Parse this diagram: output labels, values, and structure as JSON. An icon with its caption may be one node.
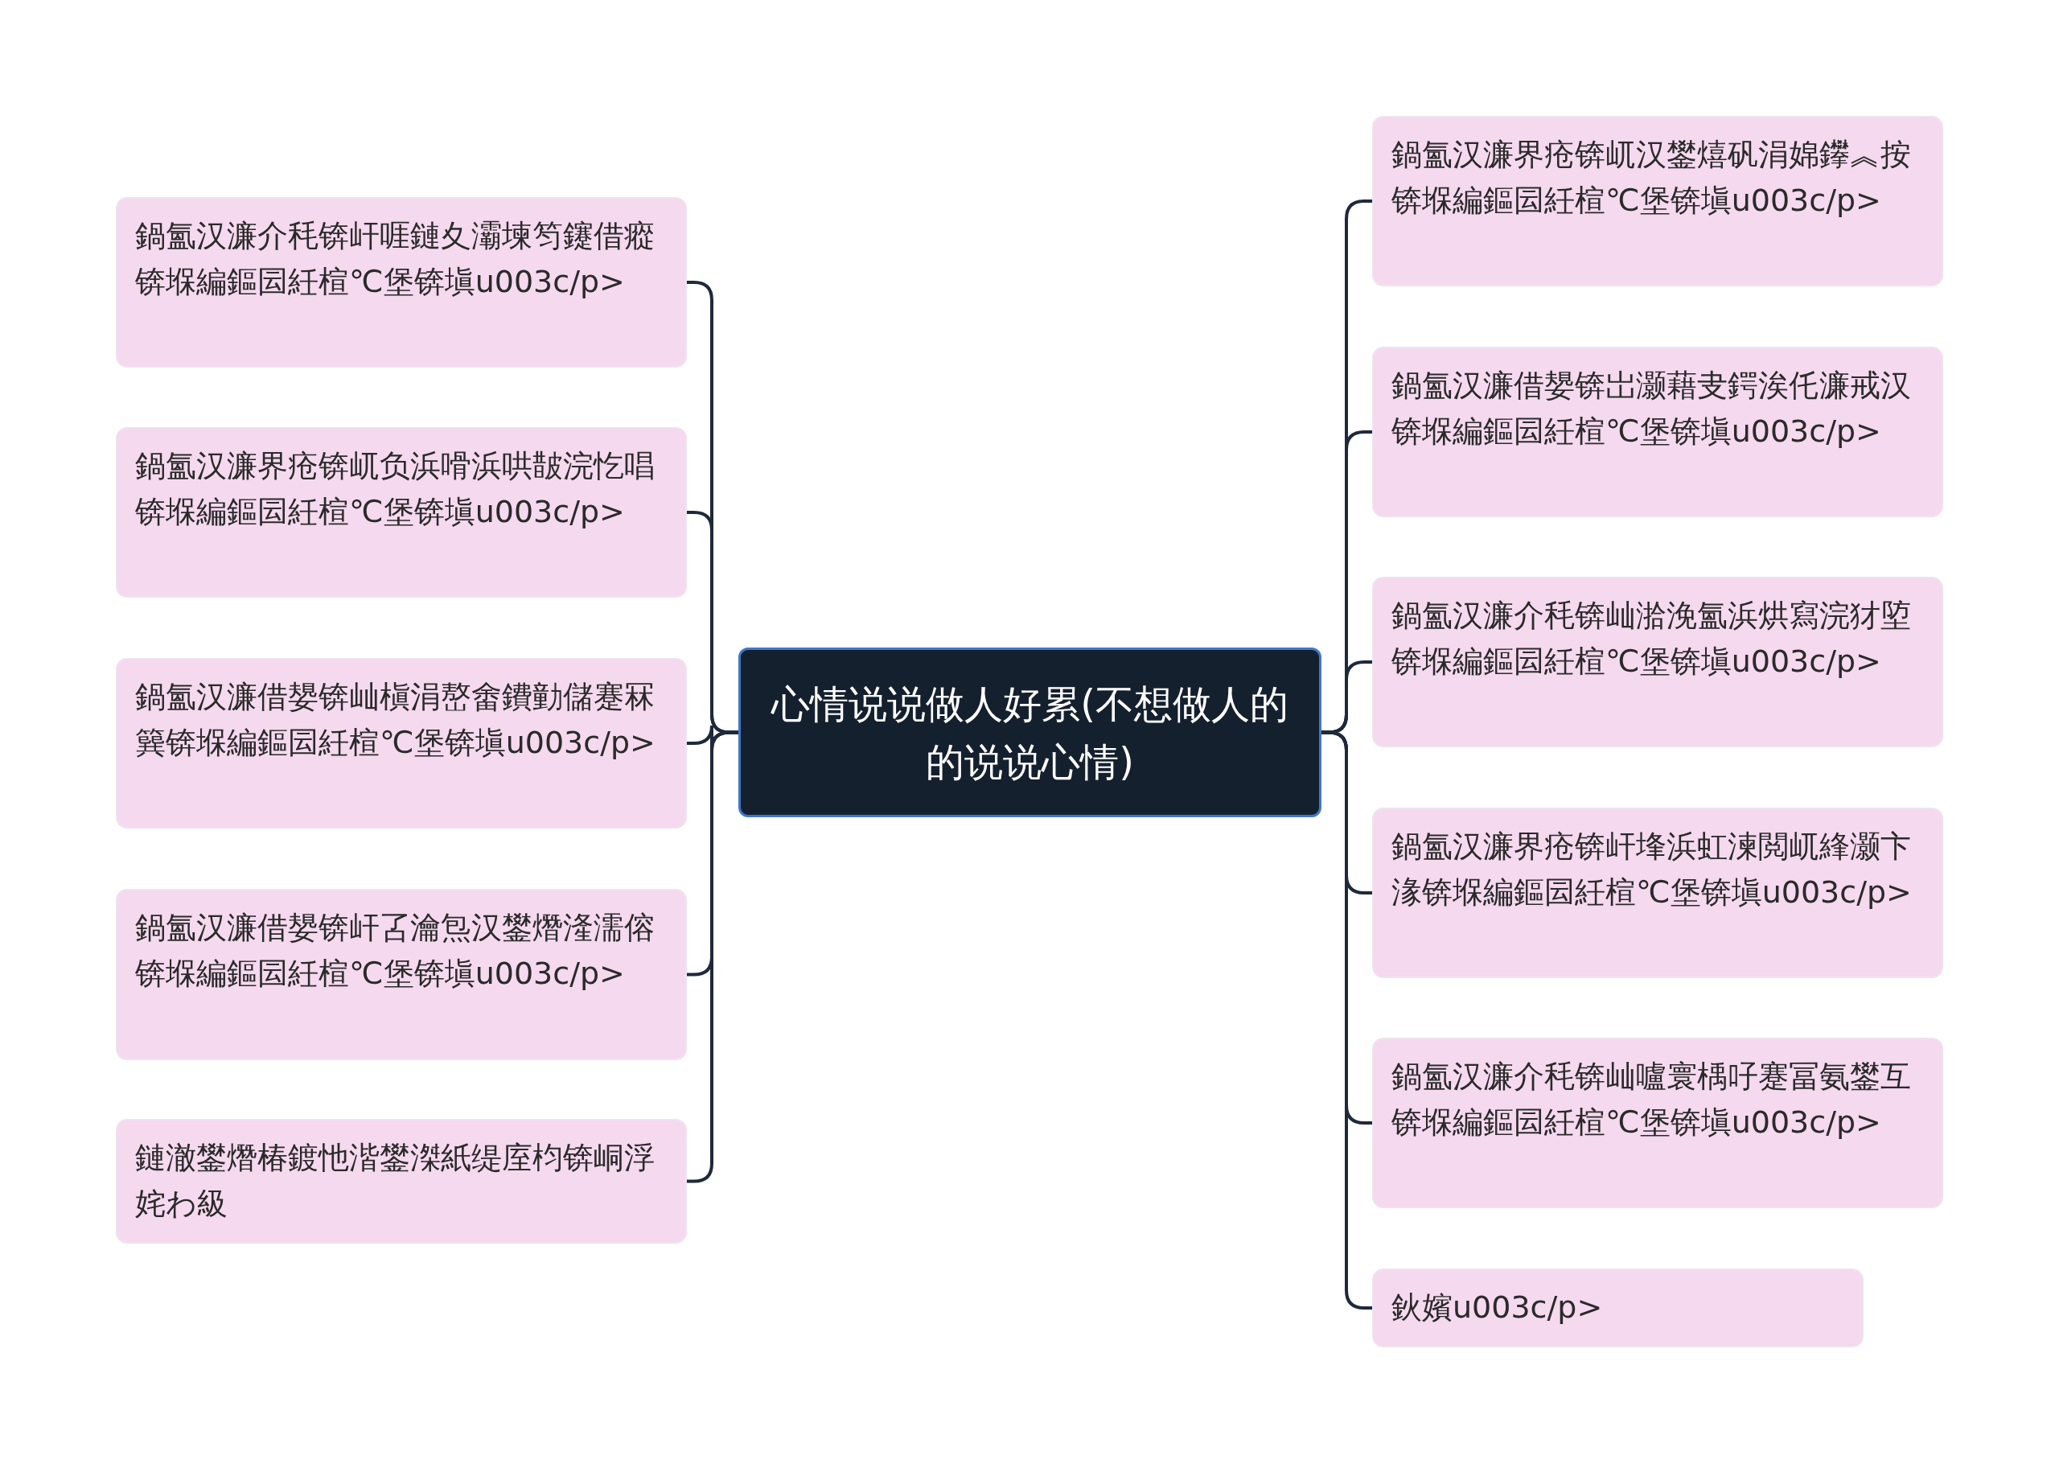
{
  "diagram": {
    "nodes": [
      {
        "text": [
          "心情说说做人好累(不想做人的的说说心情)"
        ]
      },
      {
        "text": [
          "鍋氳汉濂介秏锛屽啀鏈夊灞堜笉鑳借瘲锛堢編鏂囩紝楦℃堡锛塡u003c/p>"
        ]
      },
      {
        "text": [
          "鍋氳汉濂界疮锛屼负浜嗗浜哄皵浣忔唱锛堢編鏂囩紝楦℃堡锛塡u003c/p>"
        ]
      },
      {
        "text": [
          "鍋氳汉濂借嫢锛屾槇涓嶅畬鐨勭儲蹇冧簨锛堢編鏂囩紝楦℃堡锛塡u003c/p>"
        ]
      },
      {
        "text": [
          "鍋氳汉濂借嫢锛屽叾瀹炰汉鐢熸湰濡傛锛堢編鏂囩紝楦℃堡锛塡u003c/p>"
        ]
      },
      {
        "text": [
          "鏈澈鐢熸椿鍍忚湝鐢滐紙缇庢枃锛峒浮姹わ級"
        ]
      },
      {
        "text": [
          "鍋氳汉濂界疮锛屼汉鐢熺矾涓婂鑻︽按锛堢編鏂囩紝楦℃堡锛塡u003c/p>"
        ]
      },
      {
        "text": [
          "鍋氳汉濂借嫢锛岀灏藉叏鍔涘仛濂戒汉锛堢編鏂囩紝楦℃堡锛塡u003c/p>"
        ]
      },
      {
        "text": [
          "鍋氳汉濂介秏锛屾湁浼氳浜烘寫浣犲埅锛堢編鏂囩紝楦℃堡锛塡u003c/p>"
        ]
      },
      {
        "text": [
          "鍋氳汉濂界疮锛屽埄浜虹湅閲屼綘灏卞湪锛堢編鏂囩紝楦℃堡锛塡u003c/p>"
        ]
      },
      {
        "text": [
          "鍋氳汉濂介秏锛屾嚧寰楀吇蹇冨氨鐢互锛堢編鏂囩紝楦℃堡锛塡u003c/p>"
        ]
      },
      {
        "text": [
          "鈥嬪u003c/p>"
        ]
      }
    ],
    "edges": [
      {
        "from": 0,
        "to": 1,
        "arrow": "none"
      },
      {
        "from": 0,
        "to": 2,
        "arrow": "none"
      },
      {
        "from": 0,
        "to": 3,
        "arrow": "none"
      },
      {
        "from": 0,
        "to": 4,
        "arrow": "none"
      },
      {
        "from": 0,
        "to": 5,
        "arrow": "none"
      },
      {
        "from": 0,
        "to": 6,
        "arrow": "none"
      },
      {
        "from": 0,
        "to": 7,
        "arrow": "none"
      },
      {
        "from": 0,
        "to": 8,
        "arrow": "none"
      },
      {
        "from": 0,
        "to": 9,
        "arrow": "none"
      },
      {
        "from": 0,
        "to": 10,
        "arrow": "none"
      },
      {
        "from": 0,
        "to": 11,
        "arrow": "none"
      }
    ]
  }
}
